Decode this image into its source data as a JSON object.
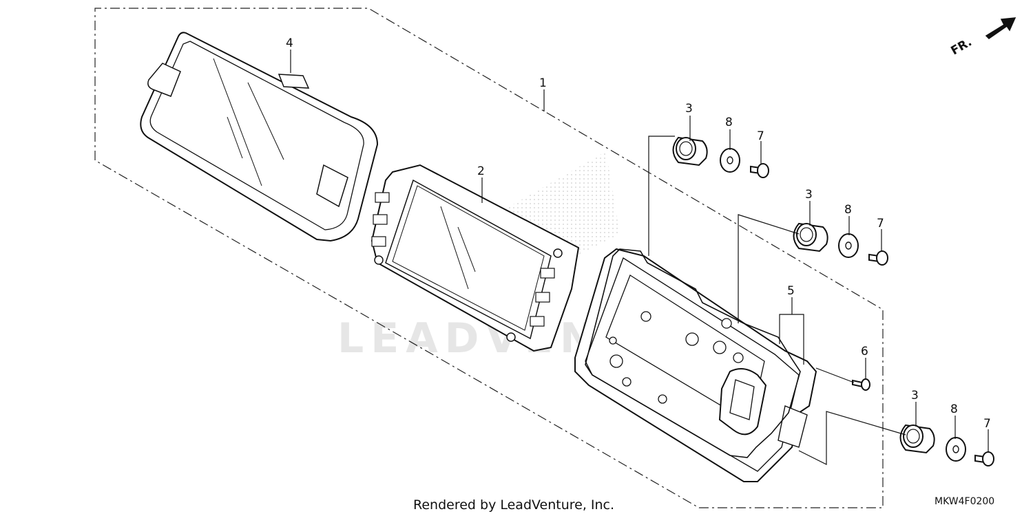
{
  "diagram": {
    "callouts": [
      {
        "id": "1",
        "text": "1"
      },
      {
        "id": "2",
        "text": "2"
      },
      {
        "id": "3a",
        "text": "3"
      },
      {
        "id": "3b",
        "text": "3"
      },
      {
        "id": "3c",
        "text": "3"
      },
      {
        "id": "4",
        "text": "4"
      },
      {
        "id": "5",
        "text": "5"
      },
      {
        "id": "6",
        "text": "6"
      },
      {
        "id": "7a",
        "text": "7"
      },
      {
        "id": "7b",
        "text": "7"
      },
      {
        "id": "7c",
        "text": "7"
      },
      {
        "id": "8a",
        "text": "8"
      },
      {
        "id": "8b",
        "text": "8"
      },
      {
        "id": "8c",
        "text": "8"
      }
    ],
    "direction_label": "FR.",
    "footer_text": "Rendered by LeadVenture, Inc.",
    "diagram_code": "MKW4F0200",
    "watermark_text": "LEADVENTURE"
  }
}
